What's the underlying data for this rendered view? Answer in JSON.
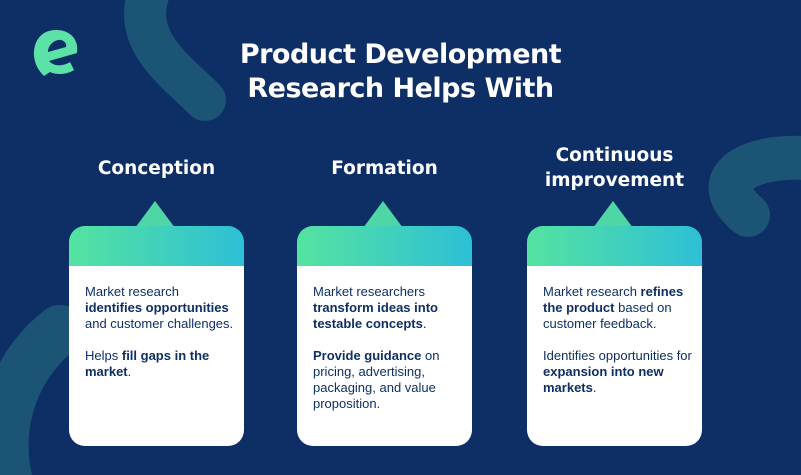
{
  "title": {
    "line1": "Product Development",
    "line2": "Research Helps With"
  },
  "logo": {
    "icon": "e-logo-icon",
    "color": "#5ce1a6"
  },
  "colors": {
    "background": "#0e2f66",
    "decor": "#1e5a78",
    "gradient_start": "#55e3a0",
    "gradient_end": "#2dbfd6",
    "card_text": "#0e2f66"
  },
  "columns": [
    {
      "heading": "Conception",
      "paragraphs": [
        {
          "a": "Market research ",
          "b": "identifies opportunities",
          "c": " and customer challenges."
        },
        {
          "a": "Helps ",
          "b": "fill gaps in the market",
          "c": "."
        }
      ]
    },
    {
      "heading": "Formation",
      "paragraphs": [
        {
          "a": "Market researchers ",
          "b": "transform ideas into testable concepts",
          "c": "."
        },
        {
          "a": "",
          "b": "Provide guidance",
          "c": " on pricing, advertising, packaging, and value proposition."
        }
      ]
    },
    {
      "heading_line1": "Continuous",
      "heading_line2": "improvement",
      "paragraphs": [
        {
          "a": "Market research ",
          "b": "refines the product",
          "c": " based on customer feedback."
        },
        {
          "a": "Identifies opportunities for ",
          "b": "expansion into new markets",
          "c": "."
        }
      ]
    }
  ]
}
